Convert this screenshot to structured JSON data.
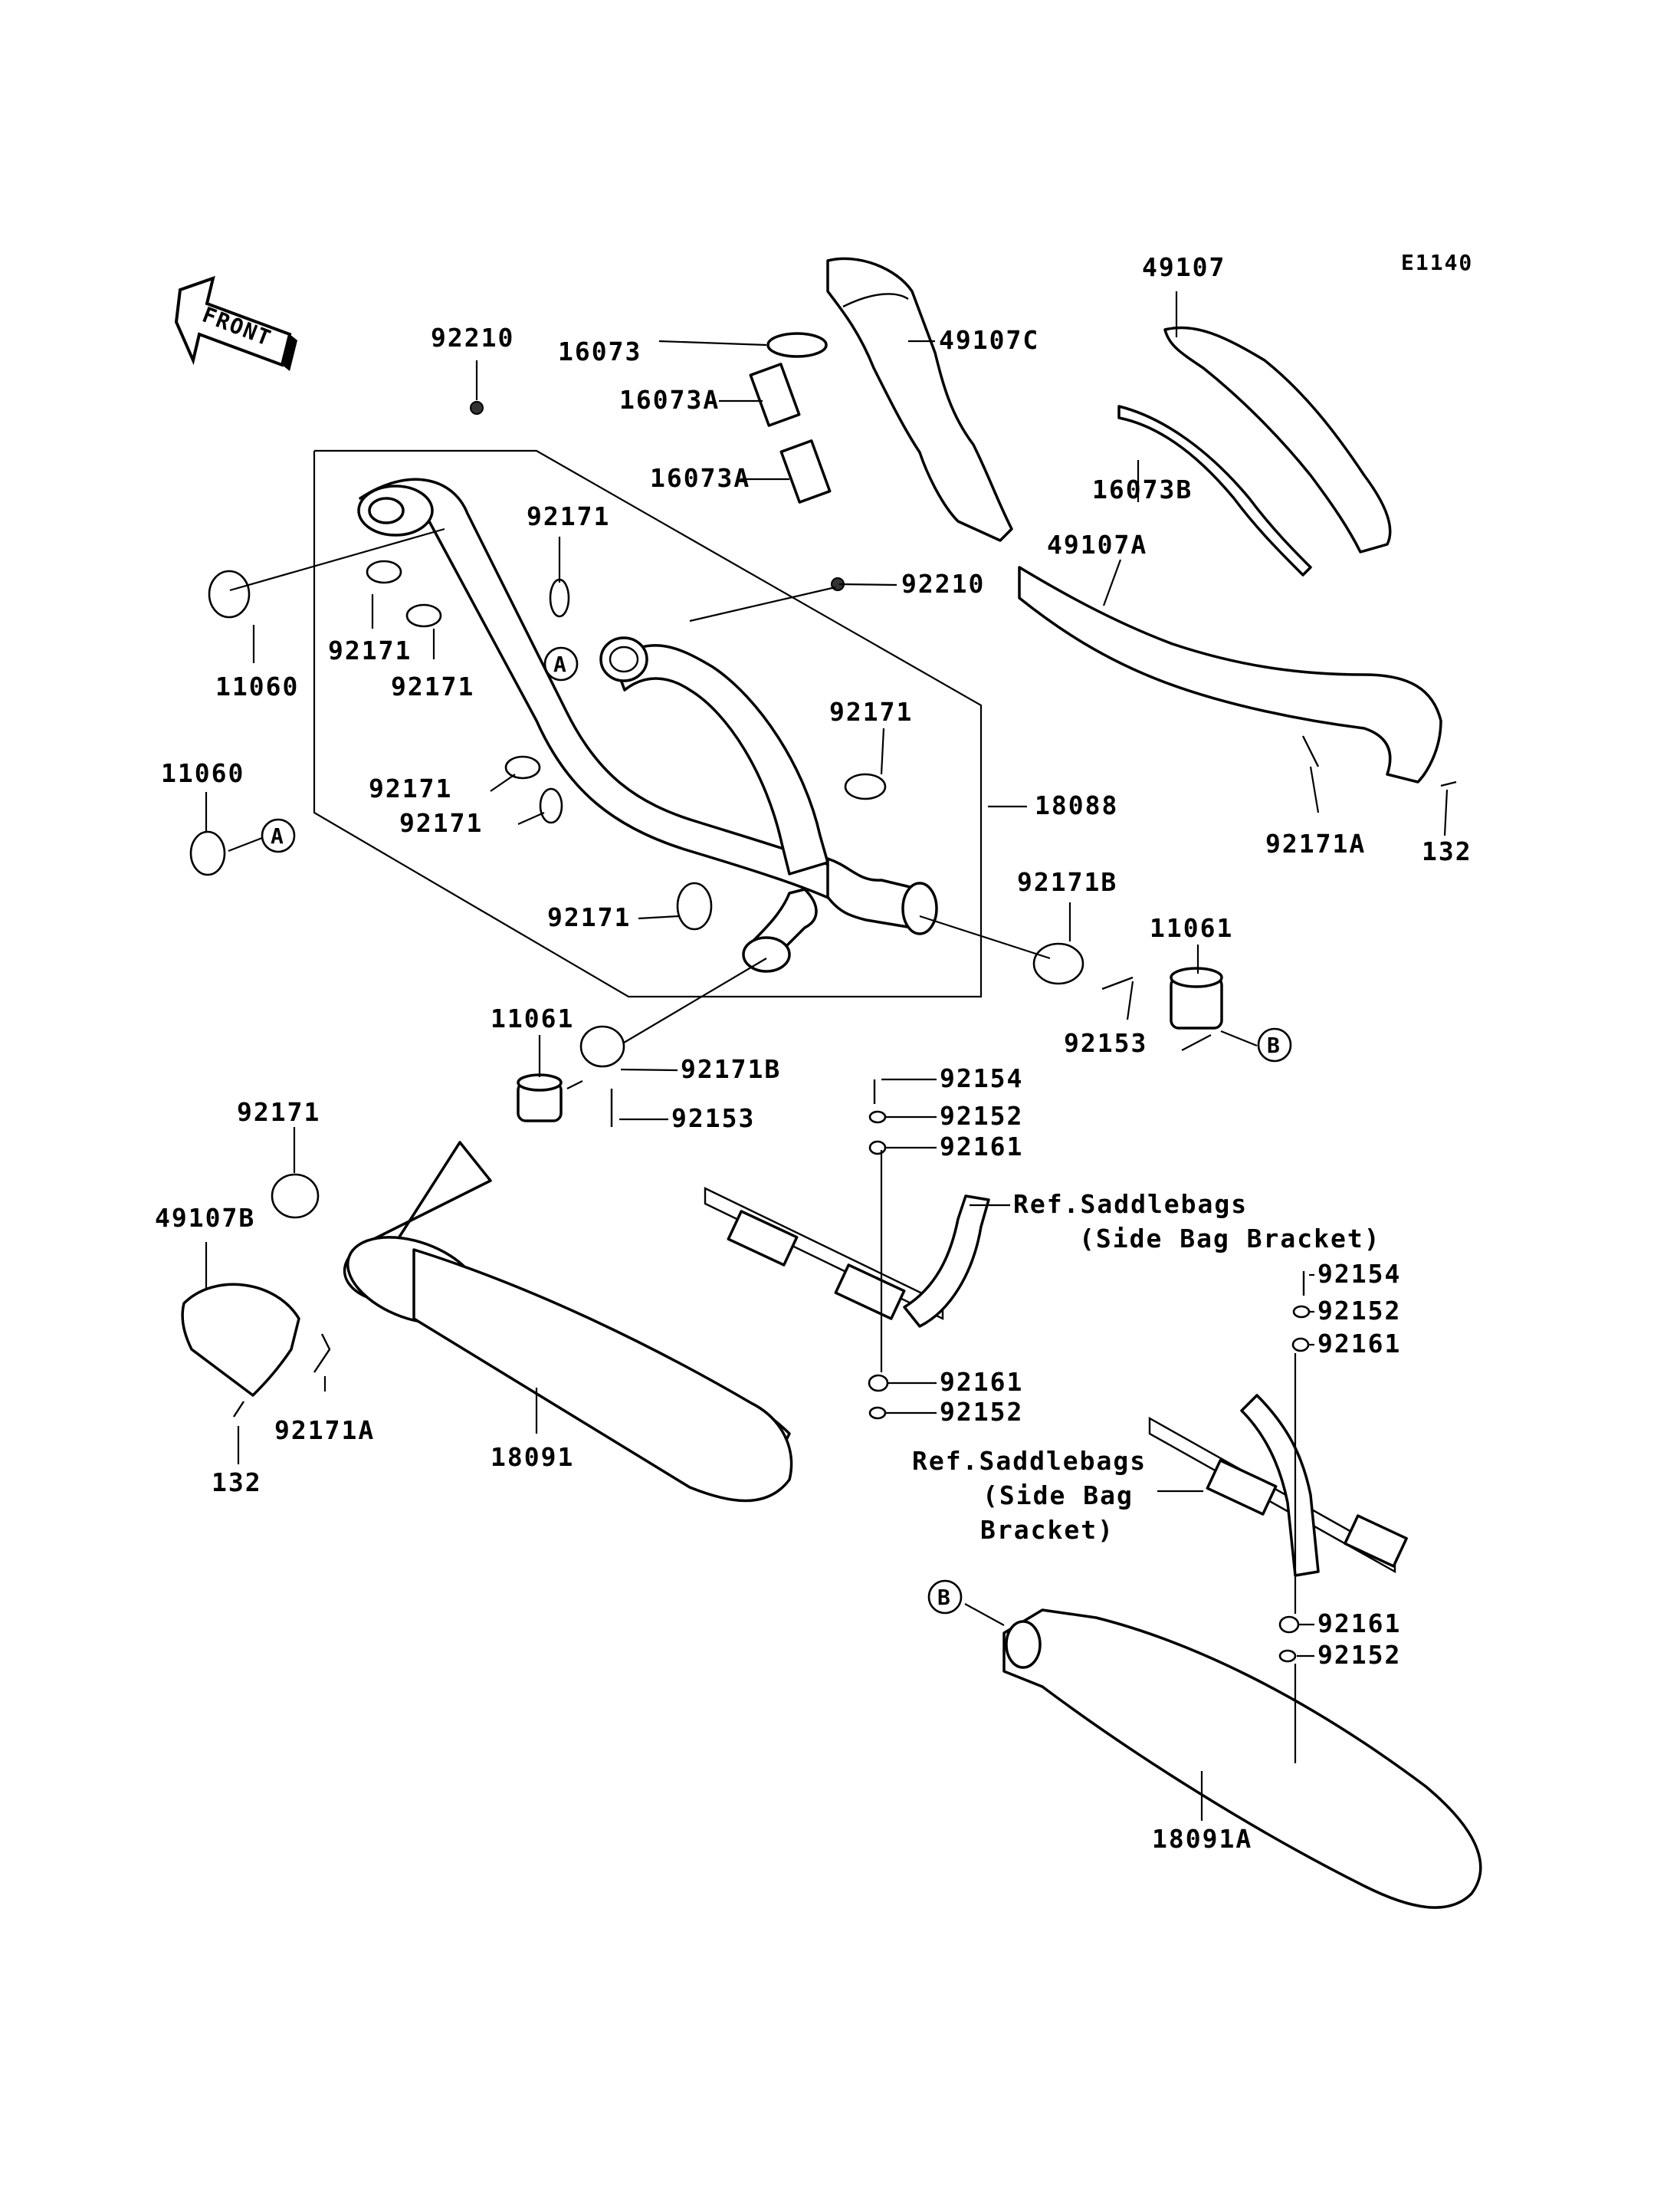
{
  "diagram_code": "E1140",
  "front_label": "FRONT",
  "labels": {
    "p49107": "49107",
    "p49107C": "49107C",
    "p16073": "16073",
    "p16073A_1": "16073A",
    "p16073A_2": "16073A",
    "p16073B": "16073B",
    "p49107A": "49107A",
    "p92210_top": "92210",
    "p92210_mid": "92210",
    "p92171_a": "92171",
    "p92171_b": "92171",
    "p92171_c": "92171",
    "p92171_d": "92171",
    "p92171_e": "92171",
    "p92171_f": "92171",
    "p92171_g": "92171",
    "p92171_h": "92171",
    "p11060_a": "11060",
    "p11060_b": "11060",
    "p18088": "18088",
    "p92171A_a": "92171A",
    "p132_a": "132",
    "p92171B_a": "92171B",
    "p11061_a": "11061",
    "p92153_a": "92153",
    "p11061_b": "11061",
    "p92171B_b": "92171B",
    "p92153_b": "92153",
    "p92154_a": "92154",
    "p92152_a": "92152",
    "p92161_a": "92161",
    "p49107B": "49107B",
    "ref_saddlebags_1": "Ref.Saddlebags",
    "ref_side_bag_1": "(Side Bag Bracket)",
    "p92154_b": "92154",
    "p92152_b": "92152",
    "p92161_b": "92161",
    "p92161_c": "92161",
    "p92152_c": "92152",
    "p92171A_b": "92171A",
    "p132_b": "132",
    "p18091": "18091",
    "ref_saddlebags_2": "Ref.Saddlebags",
    "ref_side_bag_2a": "(Side Bag",
    "ref_side_bag_2b": "Bracket)",
    "p92161_d": "92161",
    "p92152_d": "92152",
    "p18091A": "18091A"
  },
  "markers": {
    "A1": "A",
    "A2": "A",
    "B1": "B",
    "B2": "B"
  }
}
